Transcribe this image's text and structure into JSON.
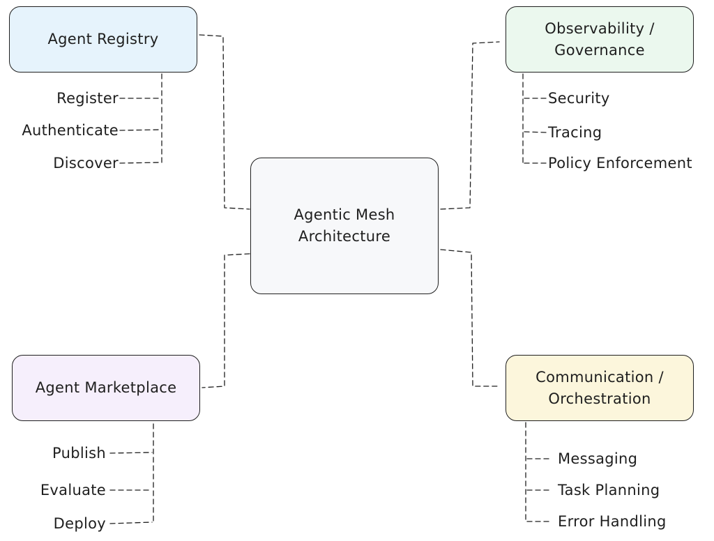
{
  "center": {
    "label": "Agentic Mesh\nArchitecture",
    "fill": "#f7f8fa"
  },
  "registry": {
    "label": "Agent Registry",
    "fill": "#e6f3fc",
    "items": [
      "Register",
      "Authenticate",
      "Discover"
    ]
  },
  "observability": {
    "label": "Observability /\nGovernance",
    "fill": "#ebf8ee",
    "items": [
      "Security",
      "Tracing",
      "Policy Enforcement"
    ]
  },
  "marketplace": {
    "label": "Agent Marketplace",
    "fill": "#f6effc",
    "items": [
      "Publish",
      "Evaluate",
      "Deploy"
    ]
  },
  "communication": {
    "label": "Communication /\nOrchestration",
    "fill": "#fcf6dc",
    "items": [
      "Messaging",
      "Task Planning",
      "Error Handling"
    ]
  }
}
